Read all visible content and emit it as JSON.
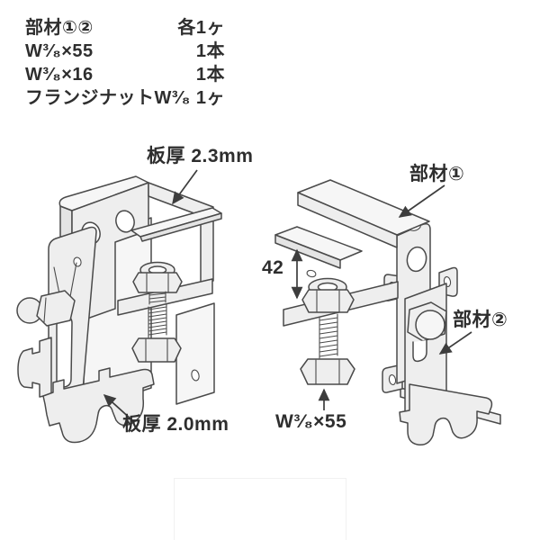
{
  "parts_list": {
    "rows": [
      {
        "item": "部材①②",
        "qty": "各1ヶ"
      },
      {
        "item": "W³⁄₈×55",
        "qty": "1本"
      },
      {
        "item": "W³⁄₈×16",
        "qty": "1本"
      },
      {
        "item": "フランジナットW³⁄₈",
        "qty": "1ヶ"
      }
    ]
  },
  "left_diagram": {
    "plate_thickness_top": "板厚 2.3mm",
    "plate_thickness_bottom": "板厚 2.0mm"
  },
  "right_diagram": {
    "part1_label": "部材①",
    "part2_label": "部材②",
    "gap_dimension": "42",
    "bolt_label": "W³⁄₈×55"
  },
  "colors": {
    "ink": "#4a4a4a",
    "fill_light": "#eeeeee",
    "arrow": "#3d3d3d",
    "background": "#ffffff"
  }
}
